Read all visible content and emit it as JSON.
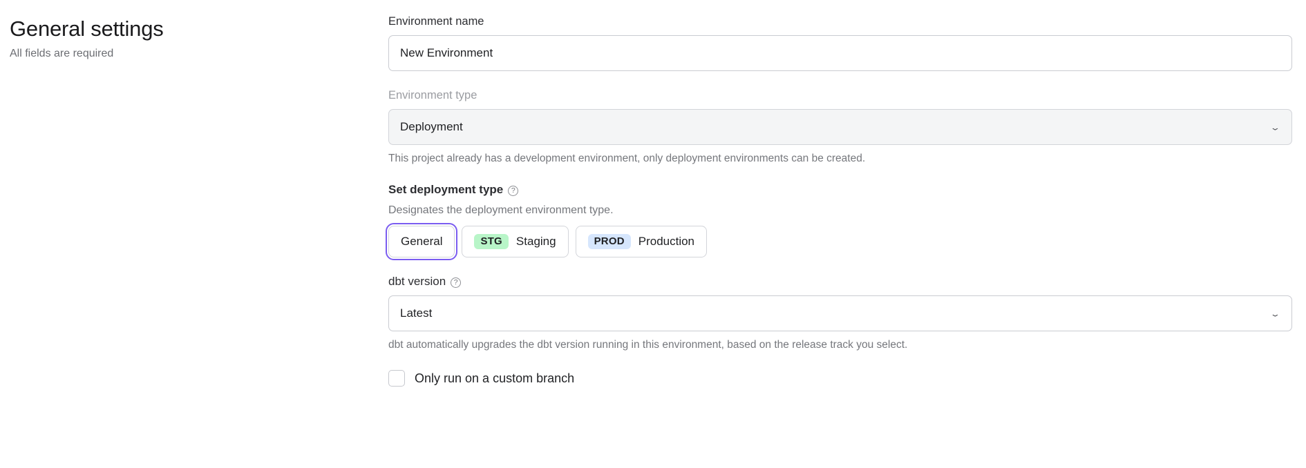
{
  "header": {
    "title": "General settings",
    "subtitle": "All fields are required"
  },
  "form": {
    "environment_name": {
      "label": "Environment name",
      "value": "New Environment",
      "placeholder": "Environment name"
    },
    "environment_type": {
      "label": "Environment type",
      "value": "Deployment",
      "disabled": true,
      "chevron": "⌄",
      "help_text": "This project already has a development environment, only deployment environments can be created."
    },
    "deployment_type": {
      "label": "Set deployment type",
      "help_icon": "?",
      "description": "Designates the deployment environment type.",
      "options": [
        {
          "badge": "",
          "label": "General",
          "selected": true,
          "badge_bg": "",
          "badge_color": ""
        },
        {
          "badge": "STG",
          "label": "Staging",
          "selected": false,
          "badge_bg": "#b8f5c8",
          "badge_color": "#1f2023"
        },
        {
          "badge": "PROD",
          "label": "Production",
          "selected": false,
          "badge_bg": "#d6e6fd",
          "badge_color": "#1f2023"
        }
      ],
      "focus_ring_color": "#7a5cf0"
    },
    "dbt_version": {
      "label": "dbt version",
      "help_icon": "?",
      "value": "Latest",
      "chevron": "⌄",
      "help_text": "dbt automatically upgrades the dbt version running in this environment, based on the release track you select."
    },
    "custom_branch": {
      "label": "Only run on a custom branch",
      "checked": false
    }
  }
}
